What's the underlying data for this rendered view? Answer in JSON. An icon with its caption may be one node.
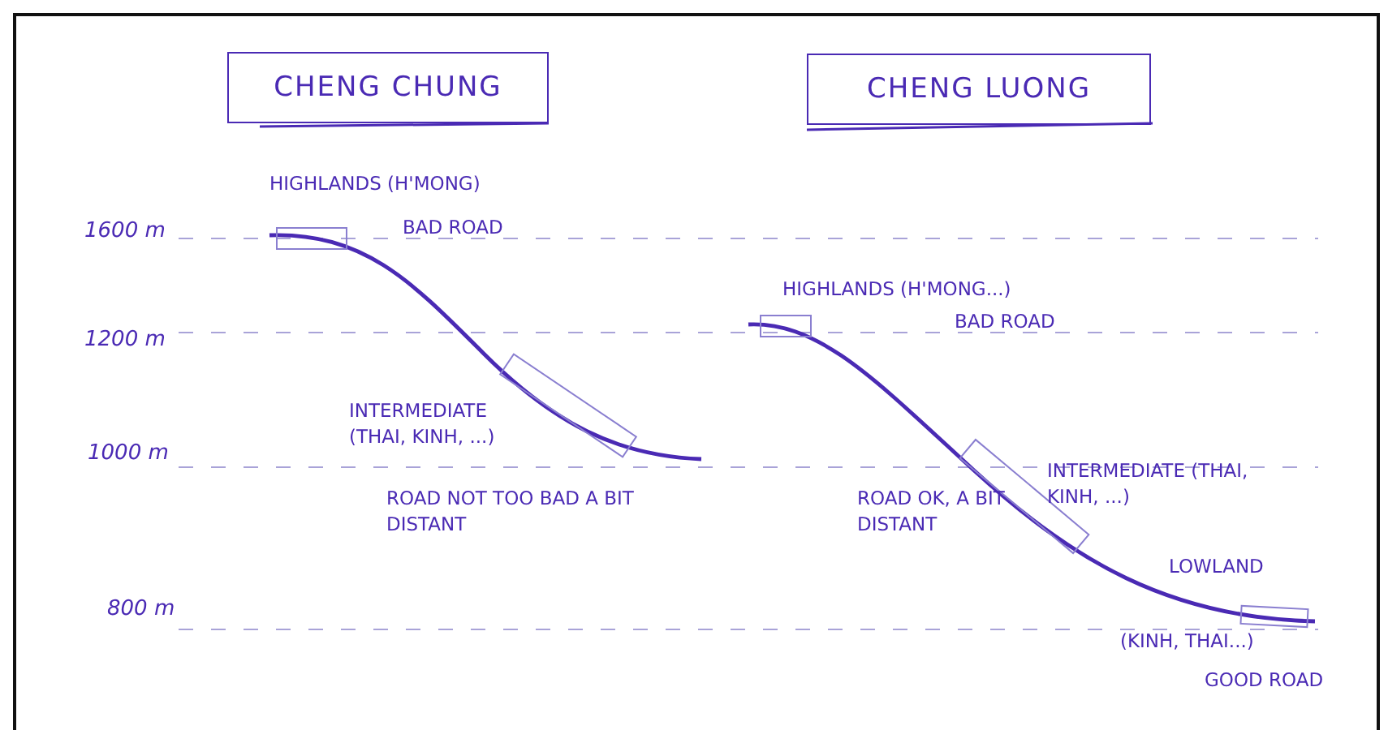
{
  "diagram": {
    "nodes": [
      {
        "text": [
          "CHENG CHUNG"
        ]
      },
      {
        "text": [
          "CHENG LUONG"
        ]
      },
      {
        "text": [],
        "shape": "box",
        "beside": [
          "HIGHLANDS (H'MONG)",
          "BAD ROAD"
        ]
      },
      {
        "text": [],
        "shape": "box",
        "beside": [
          "INTERMEDIATE (THAI, KINH, ...)",
          "ROAD NOT TOO BAD A BIT DISTANT"
        ]
      },
      {
        "text": [],
        "shape": "box",
        "beside": [
          "HIGHLANDS (H'MONG...)",
          "BAD ROAD"
        ]
      },
      {
        "text": [],
        "shape": "box",
        "beside": [
          "ROAD OK, A BIT DISTANT",
          "INTERMEDIATE (THAI, KINH, ...)"
        ]
      },
      {
        "text": [],
        "shape": "box",
        "beside": [
          "LOWLAND",
          "(KINH, THAI...)",
          "GOOD ROAD"
        ]
      }
    ],
    "labels": [
      "1600 m",
      "1200 m",
      "1000 m",
      "800 m"
    ]
  }
}
